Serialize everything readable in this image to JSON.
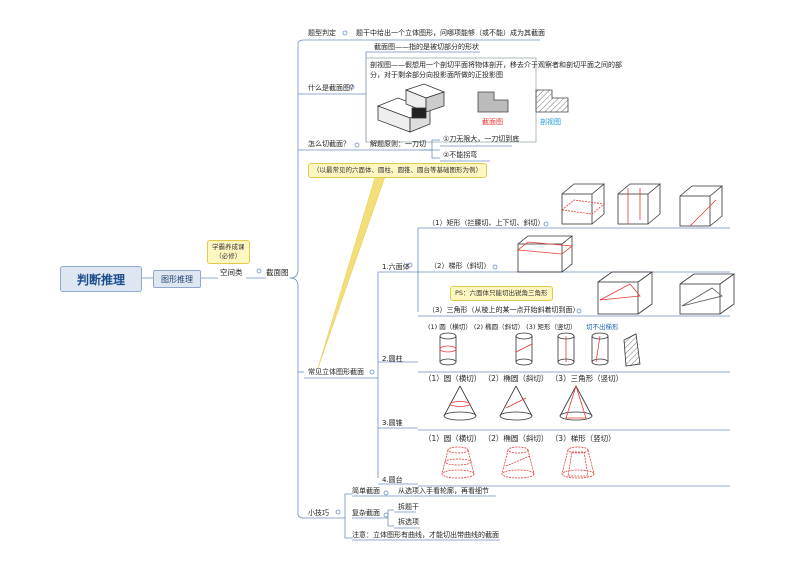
{
  "root": "判断推理",
  "level1": "图形推理",
  "callout_course": "学霸养成课\n（必修）",
  "space": "空间类",
  "section": "截面图",
  "q_type": "题型判定",
  "q_type_desc": "题干中给出一个立体图形，问哪项能够（或不能）成为其截面",
  "what_is": "什么是截面图？",
  "def1": "截面图——指的是被切部分的形状",
  "def2_l1": "剖视图——假想用一个剖切平面将物体剖开，移去介于观察者和剖切平面之间的部",
  "def2_l2": "分，对于剩余部分向投影面所做的正投影图",
  "label_jiemian": "截面图",
  "label_poushi": "剖视图",
  "how_cut": "怎么切截面？",
  "principle": "解题原则：一刀切",
  "rule1": "①刀无限大，一刀切到底",
  "rule2": "②不能拐弯",
  "callout_base": "（以最常见的六面体、圆柱、圆锥、圆台等基础图形为例）",
  "common": "常见立体图形截面",
  "hexa": "1.六面体",
  "hexa1": "（1）矩形（拦腰切、上下切、斜切）",
  "hexa2": "（2）梯形（斜切）",
  "ps": "PS：六面体只能切出锐角三角形",
  "hexa3": "（3）三角形（从棱上的某一点开始斜着切到面）",
  "cyl": "2.圆柱",
  "cyl_opts": "(1) 圆（横切）  (2) 椭圆（斜切）  (3) 矩形（竖切）",
  "cyl_note": "切不出梯形",
  "cone": "3.圆锥",
  "cone_opts": "（1）圆（横切）  （2）椭圆（斜切）  （3）三角形（竖切）",
  "frustum": "4.圆台",
  "frustum_opts": "（1）圆（横切）  （2）椭圆（斜切）  （3）梯形（竖切）",
  "tips": "小技巧",
  "simple": "简单截面",
  "simple_desc": "从选项入手看轮廓，再看细节",
  "complex": "复杂截面",
  "complex1": "拆题干",
  "complex2": "拆选项",
  "note": "注意：立体图形有曲线，才能切出带曲线的截面",
  "colors": {
    "accent": "#e53935",
    "line": "#1f4e8c"
  }
}
